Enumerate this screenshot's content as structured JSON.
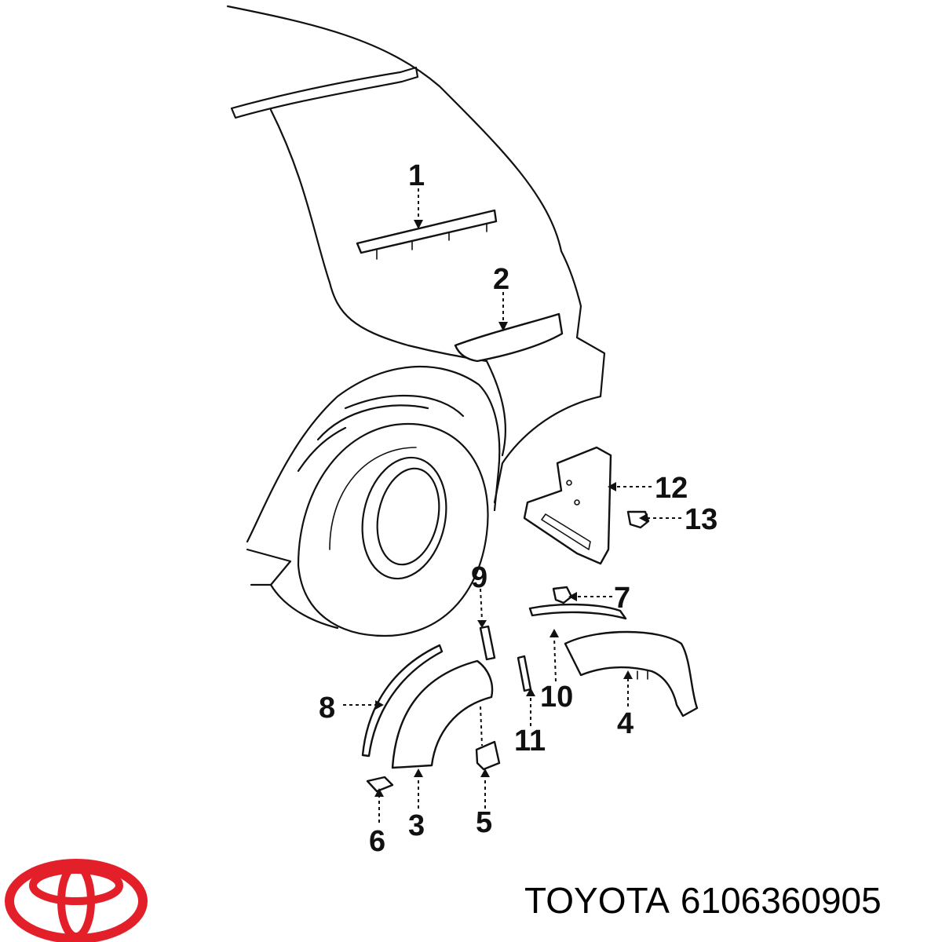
{
  "callouts": [
    "1",
    "2",
    "3",
    "4",
    "5",
    "6",
    "7",
    "8",
    "9",
    "10",
    "11",
    "12",
    "13"
  ],
  "caption": {
    "brand": "TOYOTA",
    "part_number": "6106360905"
  },
  "logo": {
    "name": "toyota-logo",
    "color": "#e3202a"
  },
  "icons": {
    "logo": "toyota-emblem"
  }
}
